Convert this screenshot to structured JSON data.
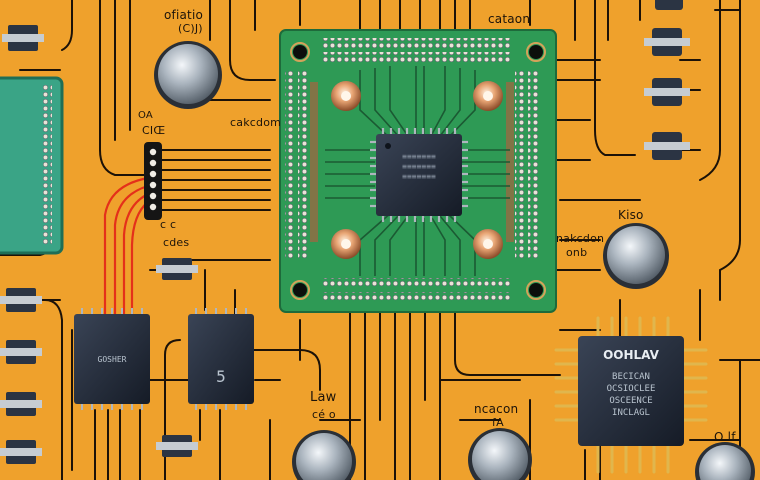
{
  "image": {
    "subject": "orange printed circuit board with a green microcontroller module, ICs, capacitors and copper traces",
    "colors": {
      "board": "#efa12c",
      "trace": "#1c1208",
      "module": "#2e9a55",
      "chip": "#232a38",
      "metal": "#b8c0c8",
      "copper_pad": "#d88b55"
    }
  },
  "labels": {
    "top_left": "ofiatio",
    "top_left_sub": "(C)J)",
    "top_center": "cataon",
    "left_mid_1": "OA",
    "left_mid_2": "CIŒ",
    "module_side": "cakcdom",
    "left_low_1": "c c",
    "left_low_2": "cdes",
    "right_mid_1": "Kiso",
    "right_mid_2": "nakcdon",
    "right_mid_3": "onb",
    "bottom_mid": "Law",
    "bottom_mid_sub": "cé o",
    "bottom_center": "ncacon",
    "bottom_center_sub": "fA",
    "bottom_right": "O lf"
  },
  "chips": {
    "big_chip_title": "OOHLAV",
    "big_chip_line1": "BECICAN",
    "big_chip_line2": "OCSIOCLEE",
    "big_chip_line3": "OSCEENCE",
    "big_chip_line4": "INCLAGL",
    "mid_chip_text": "5",
    "left_chip_text": "GOSHER"
  }
}
